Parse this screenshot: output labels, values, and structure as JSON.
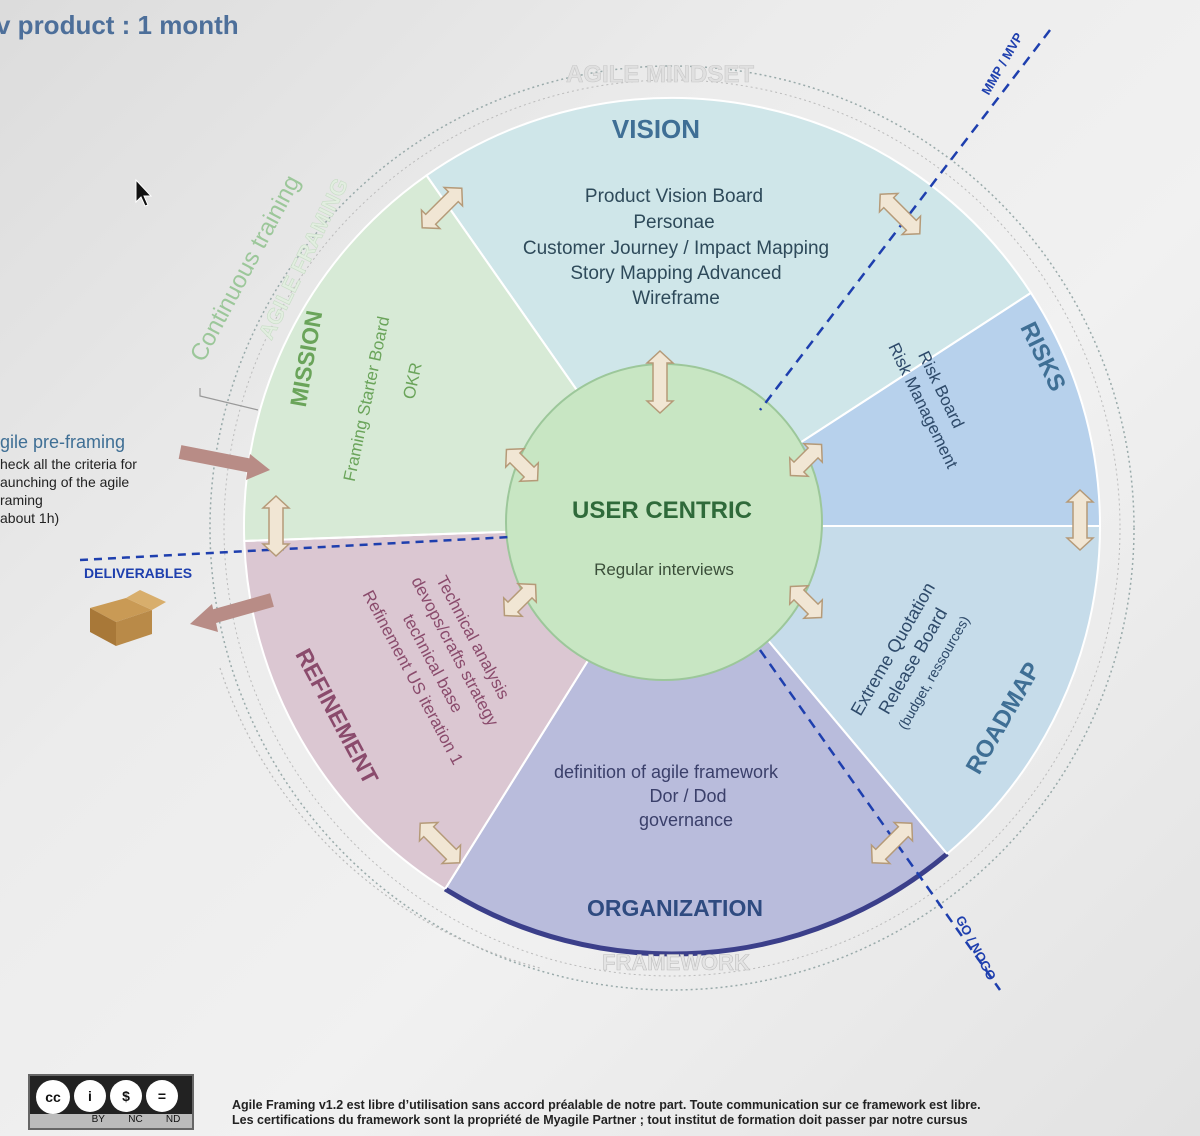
{
  "header": {
    "subtitle": "v product : 1 month"
  },
  "outer": {
    "agile_mindset": "AGILE MINDSET",
    "continuous_training": "Continuous training",
    "agile_framing": "AGILE FRAMING",
    "framework": "FRAMEWORK"
  },
  "lines": {
    "mmp": "MMP / MVP",
    "gonogo": "GO / NOGO"
  },
  "sectors": {
    "vision": {
      "title": "VISION",
      "items": [
        "Product Vision Board",
        "Personae",
        "Customer Journey / Impact Mapping",
        "Story Mapping Advanced",
        "Wireframe"
      ]
    },
    "risks": {
      "title": "RISKS",
      "items": [
        "Risk Board",
        "Risk Management"
      ]
    },
    "roadmap": {
      "title": "ROADMAP",
      "items": [
        "Extreme Quotation",
        "Release Board",
        "(budget, ressources)"
      ]
    },
    "organization": {
      "title": "ORGANIZATION",
      "items": [
        "definition of agile framework",
        "Dor / Dod",
        "governance"
      ]
    },
    "refinement": {
      "title": "REFINEMENT",
      "items": [
        "Technical analysis",
        "devops/crafts strategy",
        "technical base",
        "Refinement US iteration 1"
      ]
    },
    "mission": {
      "title": "MISSION",
      "items": [
        "Framing Starter Board",
        "OKR"
      ]
    }
  },
  "center": {
    "title": "USER CENTRIC",
    "subtitle": "Regular interviews"
  },
  "left": {
    "preframing_title": "gile pre-framing",
    "preframing_lines": [
      "heck all the criteria for",
      "aunching of the agile",
      "raming",
      "about 1h)"
    ],
    "deliverables": "DELIVERABLES"
  },
  "license": {
    "badge": [
      "BY",
      "NC",
      "ND"
    ],
    "line1": "Agile Framing v1.2 est libre d’utilisation sans accord préalable de notre part. Toute communication sur ce framework est libre.",
    "line2": "Les certifications du framework sont la propriété de Myagile Partner ; tout institut de formation doit passer par notre cursus"
  },
  "colors": {
    "vision": "#cfe6e9",
    "risks": "#b7d1ec",
    "roadmap": "#c6dcea",
    "organization": "#b9bcdc",
    "refinement": "#dbc7d2",
    "mission": "#d7ead6",
    "center": "#c8e6c3",
    "title_blue": "#3f6f95",
    "dash_blue": "#1e3fae"
  }
}
